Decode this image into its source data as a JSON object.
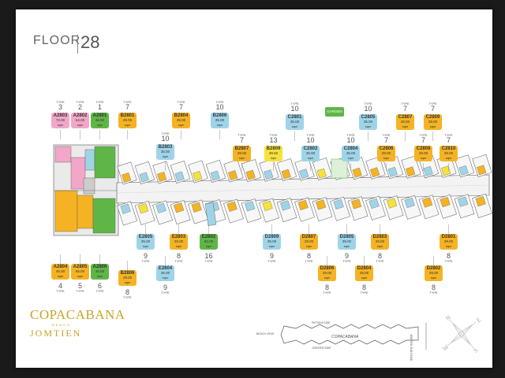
{
  "header": {
    "floor_word": "FLOOR",
    "floor_sub": "",
    "floor_number": "28"
  },
  "garden_label": "GARDEN",
  "type_word": "TYPE",
  "area_unit": "sqm",
  "units_top": [
    {
      "id": "A2803",
      "area": "72.00",
      "type": "3",
      "color": "#f2a7c8"
    },
    {
      "id": "A2802",
      "area": "64.00",
      "type": "2",
      "color": "#f2a7c8"
    },
    {
      "id": "A2801",
      "area": "46.50",
      "type": "1",
      "color": "#5fb646"
    },
    {
      "id": "B2801",
      "area": "29.00",
      "type": "7",
      "color": "#f5b324"
    },
    {
      "id": "B2804",
      "area": "29.00",
      "type": "7",
      "color": "#f5b324"
    },
    {
      "id": "B2806",
      "area": "35.00",
      "type": "10",
      "color": "#9fd4e8"
    },
    {
      "id": "B2803",
      "area": "35.00",
      "type": "10",
      "color": "#9fd4e8"
    },
    {
      "id": "B2807",
      "area": "29.00",
      "type": "7",
      "color": "#f5b324"
    },
    {
      "id": "B2809",
      "area": "39.50",
      "type": "13",
      "color": "#f5e23a"
    },
    {
      "id": "C2801",
      "area": "35.00",
      "type": "10",
      "color": "#9fd4e8"
    },
    {
      "id": "C2802",
      "area": "35.00",
      "type": "10",
      "color": "#9fd4e8"
    },
    {
      "id": "C2804",
      "area": "35.00",
      "type": "10",
      "color": "#9fd4e8"
    },
    {
      "id": "C2805",
      "area": "35.00",
      "type": "10",
      "color": "#9fd4e8"
    },
    {
      "id": "C2806",
      "area": "29.00",
      "type": "7",
      "color": "#f5b324"
    },
    {
      "id": "C2807",
      "area": "29.00",
      "type": "7",
      "color": "#f5b324"
    },
    {
      "id": "C2808",
      "area": "29.00",
      "type": "7",
      "color": "#f5b324"
    },
    {
      "id": "C2809",
      "area": "29.00",
      "type": "7",
      "color": "#f5b324"
    },
    {
      "id": "C2810",
      "area": "29.00",
      "type": "7",
      "color": "#f5b324"
    }
  ],
  "units_bottom": [
    {
      "id": "A2804",
      "area": "45.00",
      "type": "4",
      "color": "#f5b324"
    },
    {
      "id": "A2805",
      "area": "65.00",
      "type": "5",
      "color": "#f5b324"
    },
    {
      "id": "A2806",
      "area": "46.50",
      "type": "6",
      "color": "#5fb646"
    },
    {
      "id": "B2806",
      "area": "29.00",
      "type": "8",
      "color": "#f5b324"
    },
    {
      "id": "E2805",
      "area": "35.00",
      "type": "9",
      "color": "#9fd4e8"
    },
    {
      "id": "E2803",
      "area": "29.00",
      "type": "8",
      "color": "#f5b324"
    },
    {
      "id": "E2804",
      "area": "35.00",
      "type": "9",
      "color": "#9fd4e8"
    },
    {
      "id": "E2802",
      "area": "60.00",
      "type": "16",
      "color": "#5fb646"
    },
    {
      "id": "D2809",
      "area": "35.00",
      "type": "9",
      "color": "#9fd4e8"
    },
    {
      "id": "D2807",
      "area": "29.00",
      "type": "8",
      "color": "#f5b324"
    },
    {
      "id": "D2806",
      "area": "29.00",
      "type": "8",
      "color": "#f5b324"
    },
    {
      "id": "D2805",
      "area": "35.00",
      "type": "9",
      "color": "#9fd4e8"
    },
    {
      "id": "D2804",
      "area": "29.00",
      "type": "8",
      "color": "#f5b324"
    },
    {
      "id": "D2803",
      "area": "29.00",
      "type": "8",
      "color": "#f5b324"
    },
    {
      "id": "D2802",
      "area": "29.00",
      "type": "8",
      "color": "#f5b324"
    },
    {
      "id": "D2801",
      "area": "29.00",
      "type": "8",
      "color": "#f5b324"
    }
  ],
  "logo": {
    "name": "COPACABANA",
    "sub": "BEACH",
    "location": "JOMTIEN"
  },
  "keyplan": {
    "beach_view": "BEACH VIEW",
    "pattaya_side": "PATTAYA SIDE",
    "jomtien_side": "JOMTIEN SIDE",
    "road": "JOMTIEN 2ND ROAD",
    "name": "COPACABANA"
  },
  "compass": {
    "n": "N",
    "s": "S",
    "e": "E",
    "w": "W"
  },
  "colors": {
    "pink": "#f2a7c8",
    "green": "#5fb646",
    "orange": "#f5b324",
    "blue": "#9fd4e8",
    "yellow": "#f5e23a"
  }
}
